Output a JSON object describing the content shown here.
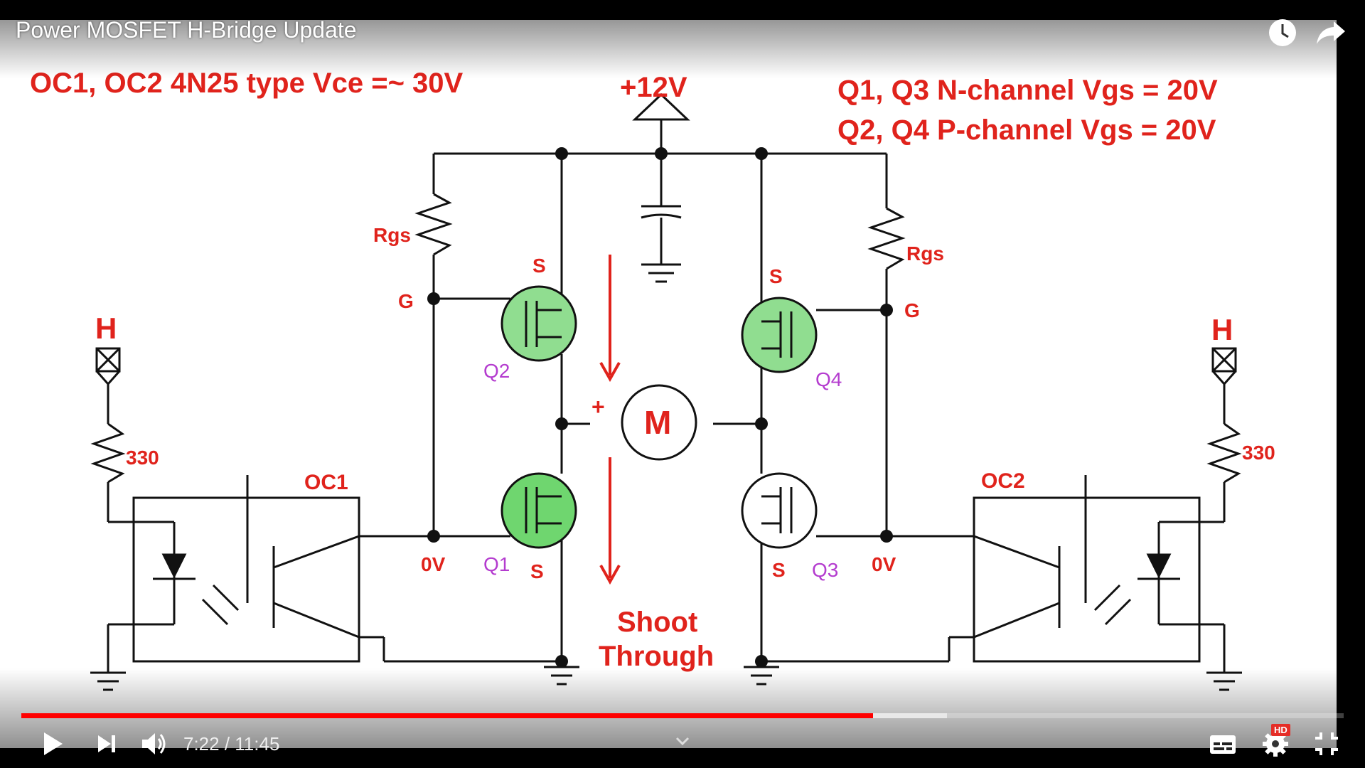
{
  "player": {
    "title": "Power MOSFET H-Bridge Update",
    "time_display": "7:22 / 11:45",
    "progress_fraction": 0.6439,
    "buffered_fraction": 0.7,
    "hd_badge": "HD",
    "icons": {
      "watch_later": "clock-icon",
      "share": "share-icon",
      "play": "play-icon",
      "next": "next-icon",
      "volume": "volume-icon",
      "chevron": "chevron-down-icon",
      "subtitles": "subtitles-icon",
      "settings": "gear-icon",
      "fullscreen_exit": "exit-fullscreen-icon"
    },
    "colors": {
      "progress": "#ff0000",
      "badge": "#e52d27"
    }
  },
  "diagram": {
    "header_left": "OC1, OC2 4N25 type Vce =~ 30V",
    "header_right_1": "Q1, Q3 N-channel Vgs =  20V",
    "header_right_2": "Q2, Q4 P-channel Vgs =  20V",
    "supply": "+12V",
    "motor": "M",
    "plus": "+",
    "shoot_line1": "Shoot",
    "shoot_line2": "Through",
    "labels": {
      "rgs_left": "Rgs",
      "rgs_right": "Rgs",
      "g_left": "G",
      "g_right": "G",
      "h_left": "H",
      "h_right": "H",
      "r330_left": "330",
      "r330_right": "330",
      "oc1": "OC1",
      "oc2": "OC2",
      "ov_left": "0V",
      "ov_right": "0V",
      "s_q2": "S",
      "s_q4": "S",
      "s_q1": "S",
      "s_q3": "S",
      "q1": "Q1",
      "q2": "Q2",
      "q3": "Q3",
      "q4": "Q4"
    },
    "colors": {
      "text_red": "#e0231c",
      "transistor_label": "#b43ccf",
      "mosfet_fill": "#90dd90",
      "mosfet_fill_q1": "#6fd66f",
      "wire": "#111111"
    }
  }
}
